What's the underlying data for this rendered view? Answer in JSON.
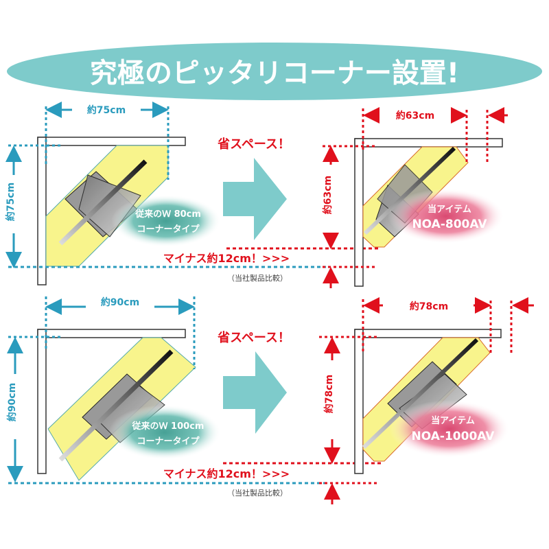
{
  "header": {
    "title": "究極のピッタリコーナー設置!",
    "banner_color": "#7ecbcb"
  },
  "colors": {
    "old_blue": "#2a9bbd",
    "new_red": "#e0101c",
    "arrow_teal": "#7ecbcb",
    "stand_yellow": "#f8f48c",
    "product_pink": "#e86a8a",
    "old_bubble_teal": "#5fb8ac"
  },
  "rows": [
    {
      "old": {
        "width_label": "約75cm",
        "depth_label": "約75cm",
        "badge_line1": "従来のＷ 80cm",
        "badge_line2": "コーナータイプ"
      },
      "save_label": "省スペース！",
      "new": {
        "width_label": "約63cm",
        "depth_label": "約63cm",
        "badge_line1": "当アイテム",
        "badge_line2": "NOA-800AV"
      },
      "minus_label": "マイナス約12cm！>>>",
      "note": "（当社製品比較）"
    },
    {
      "old": {
        "width_label": "約90cm",
        "depth_label": "約90cm",
        "badge_line1": "従来のＷ 100cm",
        "badge_line2": "コーナータイプ"
      },
      "save_label": "省スペース！",
      "new": {
        "width_label": "約78cm",
        "depth_label": "約78cm",
        "badge_line1": "当アイテム",
        "badge_line2": "NOA-1000AV"
      },
      "minus_label": "マイナス約12cm！>>>",
      "note": "（当社製品比較）"
    }
  ]
}
